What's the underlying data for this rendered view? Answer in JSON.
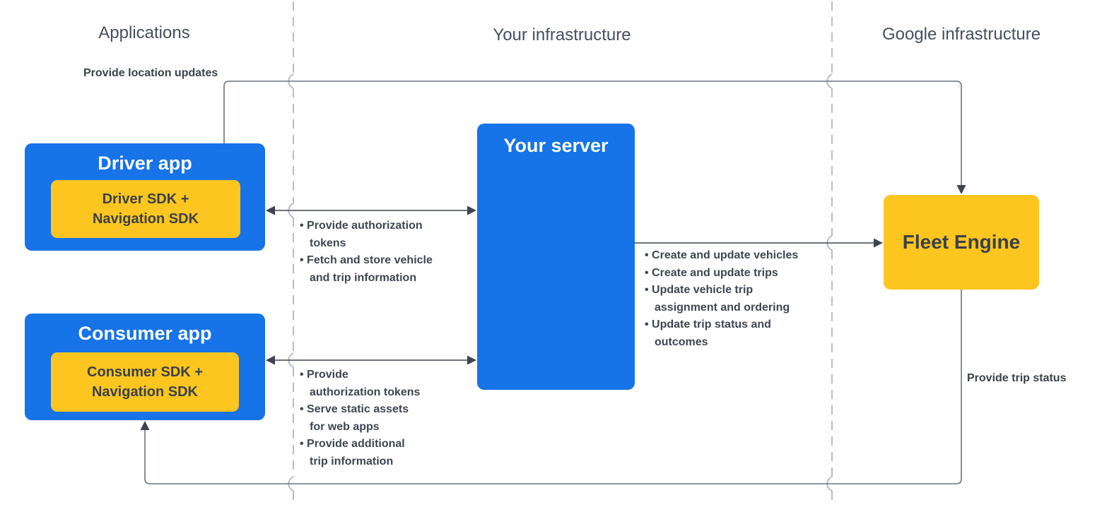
{
  "diagram": {
    "column_headers": {
      "applications": "Applications",
      "your_infrastructure": "Your infrastructure",
      "google_infrastructure": "Google infrastructure"
    },
    "nodes": {
      "driver_app": {
        "title": "Driver app",
        "sdk": "Driver SDK +\nNavigation SDK"
      },
      "consumer_app": {
        "title": "Consumer app",
        "sdk": "Consumer SDK +\nNavigation SDK"
      },
      "your_server": {
        "title": "Your server"
      },
      "fleet_engine": {
        "title": "Fleet Engine"
      }
    },
    "edge_labels": {
      "provide_location_updates": "Provide location updates",
      "provide_trip_status": "Provide trip status"
    },
    "edge_bullets": {
      "driver_server": [
        "Provide authorization tokens",
        "Fetch and store vehicle and trip information"
      ],
      "consumer_server": [
        "Provide authorization tokens",
        "Serve static assets for web apps",
        "Provide additional trip information"
      ],
      "server_fleet": [
        "Create and update vehicles",
        "Create and update trips",
        "Update vehicle trip assignment and ordering",
        "Update trip status and outcomes"
      ]
    },
    "colors": {
      "blue": "#1673e8",
      "yellow": "#fcc520",
      "dark_arrow": "#3d4450",
      "loop_line": "#6a7280",
      "dashed_divider": "#b7bdc5",
      "heading_text": "#454f5f",
      "bullet_text": "#3f4651"
    }
  }
}
